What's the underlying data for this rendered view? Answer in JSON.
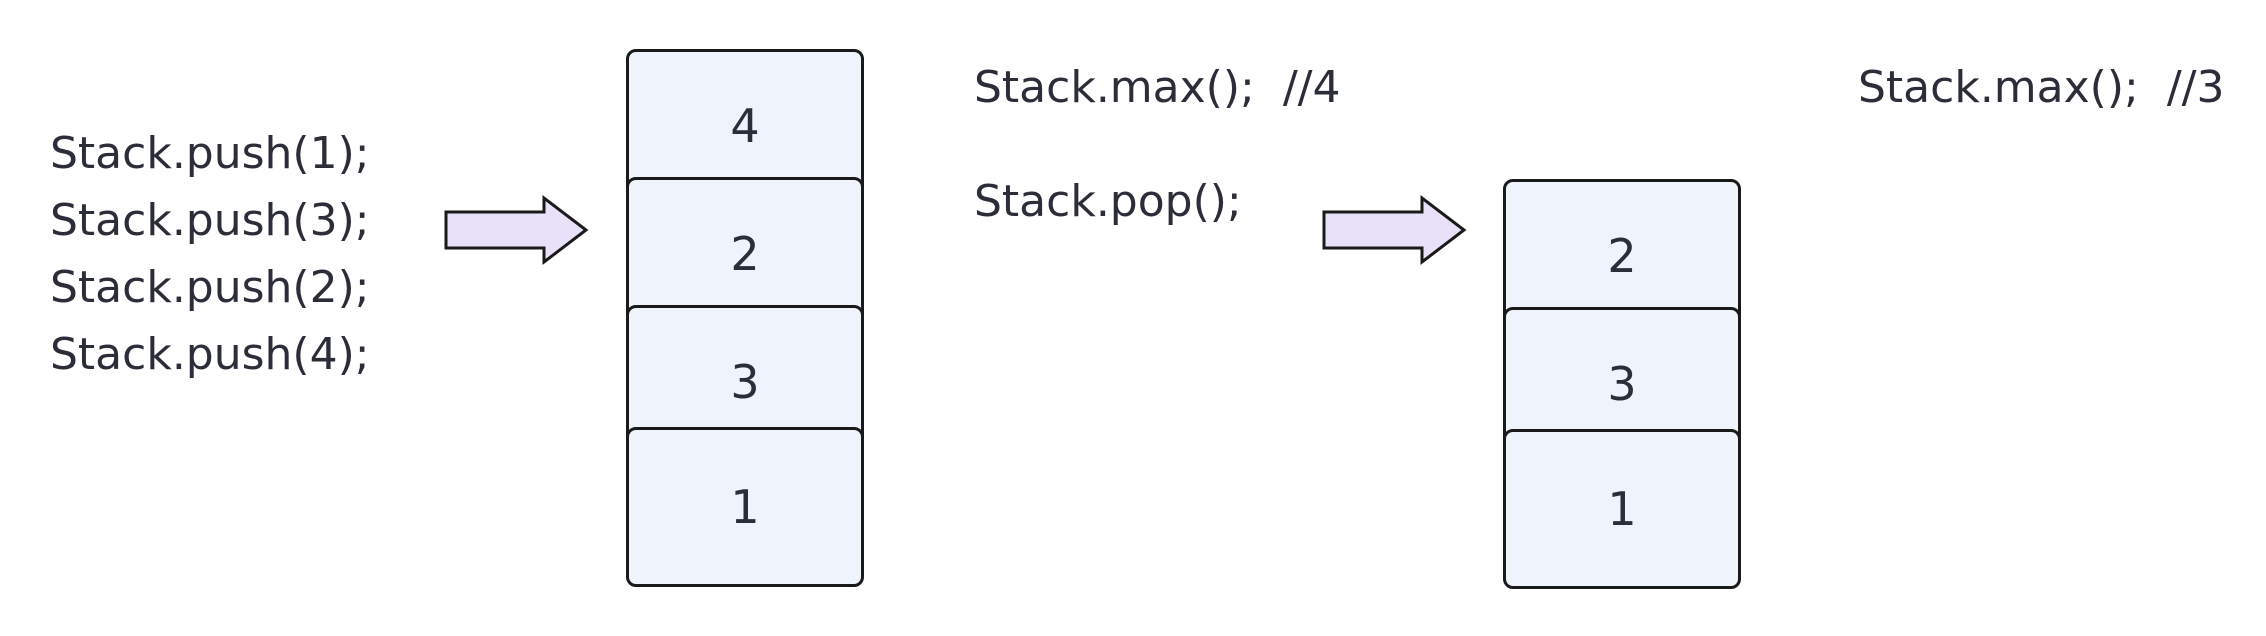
{
  "push_sequence": [
    "Stack.push(1);",
    "Stack.push(3);",
    "Stack.push(2);",
    "Stack.push(4);"
  ],
  "stack_before": [
    "4",
    "2",
    "3",
    "1"
  ],
  "max_call_before": {
    "code": "Stack.max();",
    "comment": "//4"
  },
  "pop_call": "Stack.pop();",
  "stack_after": [
    "2",
    "3",
    "1"
  ],
  "max_call_after": {
    "code": "Stack.max();",
    "comment": "//3"
  },
  "colors": {
    "cell_fill": "#eef3fc",
    "cell_border": "#1a1a1a",
    "arrow_fill": "#e9e1f9",
    "text": "#2b2d38"
  }
}
